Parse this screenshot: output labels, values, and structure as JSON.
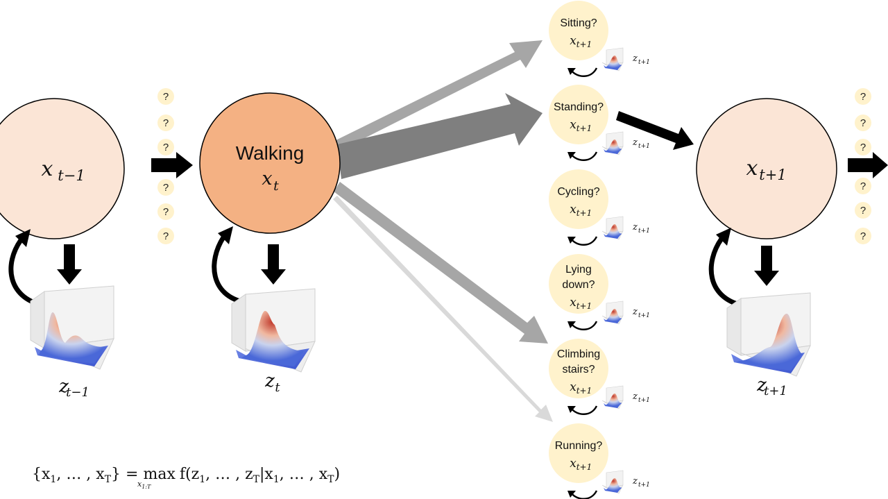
{
  "states": {
    "prev": {
      "symbol": "x",
      "sub": "t−1",
      "obs_symbol": "z",
      "obs_sub": "t−1"
    },
    "current": {
      "label": "Walking",
      "symbol": "x",
      "sub": "t",
      "obs_symbol": "z",
      "obs_sub": "t"
    },
    "next": {
      "symbol": "x",
      "sub": "t+1",
      "obs_symbol": "z",
      "obs_sub": "t+1"
    }
  },
  "uncertain_marker": "?",
  "candidates": [
    {
      "label_lines": [
        "Sitting?"
      ],
      "symbol": "x",
      "sub": "t+1",
      "obs_symbol": "z",
      "obs_sub": "t+1"
    },
    {
      "label_lines": [
        "Standing?"
      ],
      "symbol": "x",
      "sub": "t+1",
      "obs_symbol": "z",
      "obs_sub": "t+1"
    },
    {
      "label_lines": [
        "Cycling?"
      ],
      "symbol": "x",
      "sub": "t+1",
      "obs_symbol": "z",
      "obs_sub": "t+1"
    },
    {
      "label_lines": [
        "Lying",
        "down?"
      ],
      "symbol": "x",
      "sub": "t+1",
      "obs_symbol": "z",
      "obs_sub": "t+1"
    },
    {
      "label_lines": [
        "Climbing",
        "stairs?"
      ],
      "symbol": "x",
      "sub": "t+1",
      "obs_symbol": "z",
      "obs_sub": "t+1"
    },
    {
      "label_lines": [
        "Running?"
      ],
      "symbol": "x",
      "sub": "t+1",
      "obs_symbol": "z",
      "obs_sub": "t+1"
    }
  ],
  "formula": {
    "lhs": "{x",
    "lhs_sub1": "1",
    "lhs_mid": ", … , x",
    "lhs_subT": "T",
    "lhs_end": "} = ",
    "op": "max",
    "op_sub": "x",
    "op_sub_sub": "1:T",
    "rhs_1": "f(z",
    "rhs_sub1": "1",
    "rhs_2": ", … , z",
    "rhs_subT": "T",
    "rhs_3": "|x",
    "rhs_sub1b": "1",
    "rhs_4": ", … , x",
    "rhs_subTb": "T",
    "rhs_5": ")"
  },
  "colors": {
    "state_light": "#fbe5d6",
    "state_active": "#f4b183",
    "candidate": "#fff2cc",
    "question_bubble": "#fff2cc",
    "arrow_black": "#000000",
    "arrow_gray_dark": "#7f7f7f",
    "arrow_gray_mid": "#a6a6a6",
    "arrow_gray_light": "#d9d9d9",
    "circle_stroke": "#000000"
  },
  "icons": [
    "surface-plot-icon",
    "feedback-arrow-icon"
  ]
}
